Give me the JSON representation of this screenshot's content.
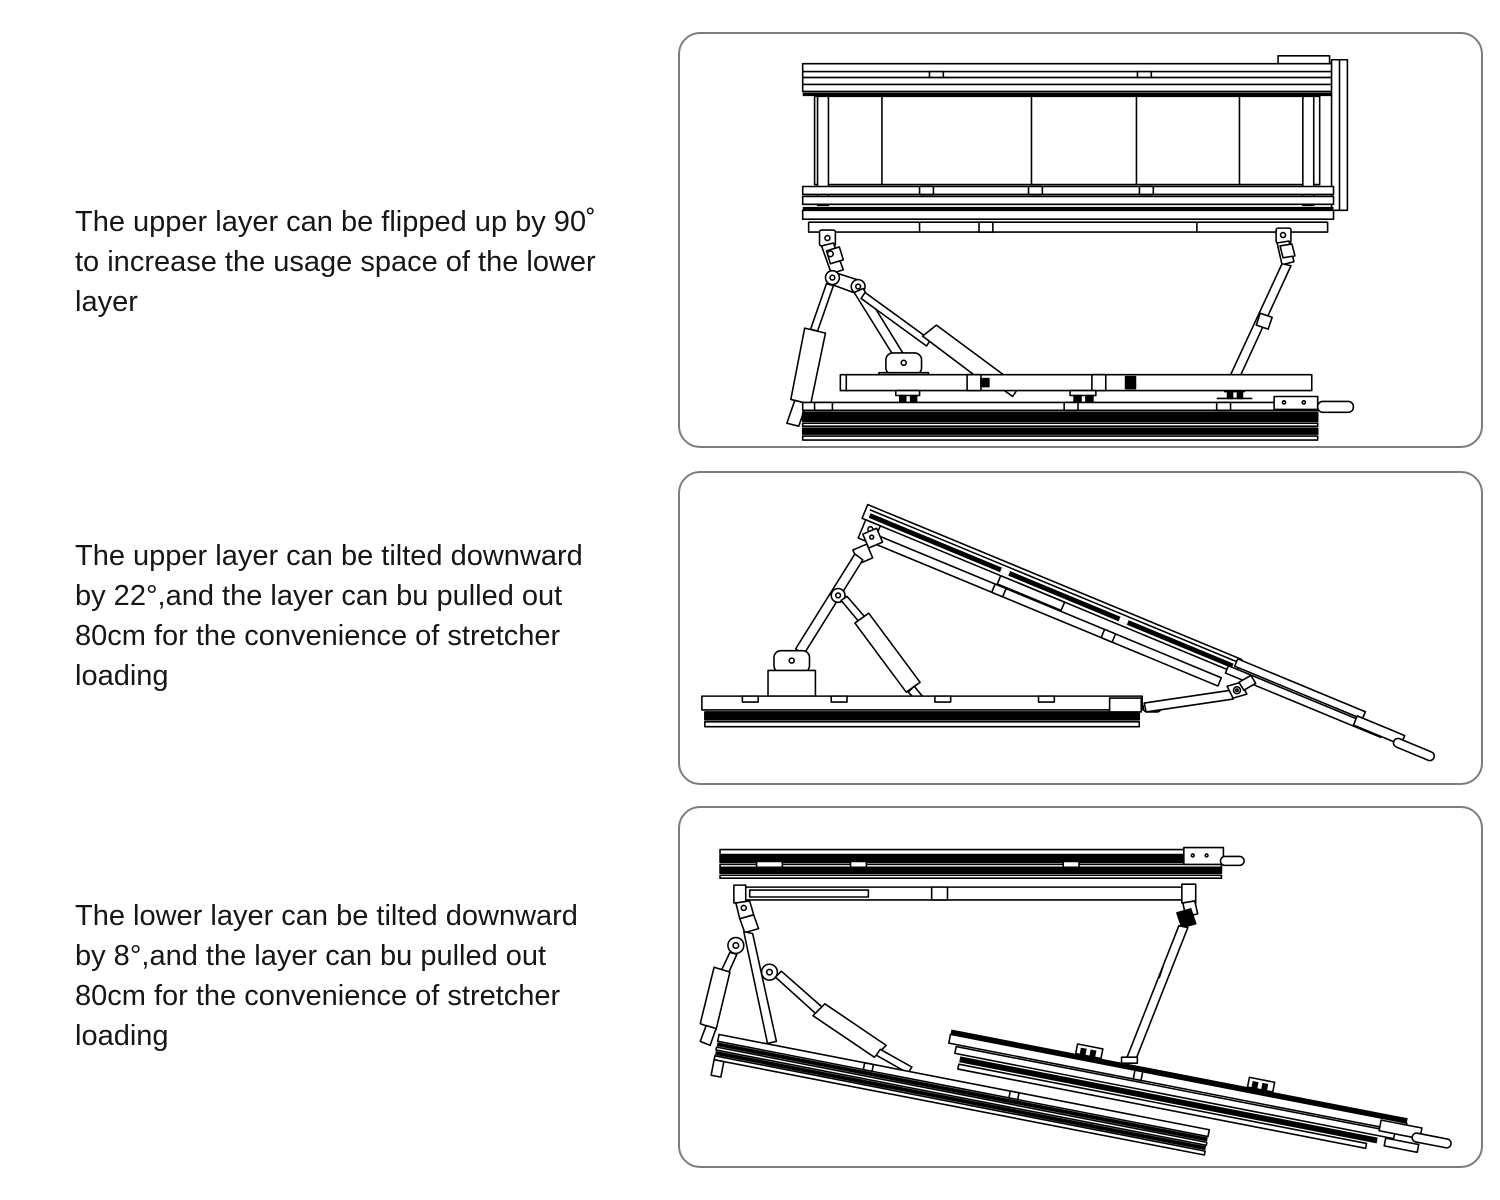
{
  "page": {
    "background": "#ffffff",
    "text_color": "#161616",
    "panel_border_color": "#7d7d7d",
    "drawing_line_color": "#000000"
  },
  "features": [
    {
      "name": "upper-layer-flip-90",
      "lines": [
        "The upper layer can be flipped up by 90˚",
        "to increase the usage space of the lower",
        "layer"
      ]
    },
    {
      "name": "upper-layer-tilt-22",
      "lines": [
        "The upper layer can be tilted downward",
        "by 22°,and the layer can bu pulled out",
        "80cm for the convenience of stretcher",
        "loading"
      ]
    },
    {
      "name": "lower-layer-tilt-8",
      "lines": [
        "The lower layer can be tilted downward",
        "by 8°,and the layer can bu pulled out",
        "80cm for the convenience of stretcher",
        "loading"
      ]
    }
  ]
}
